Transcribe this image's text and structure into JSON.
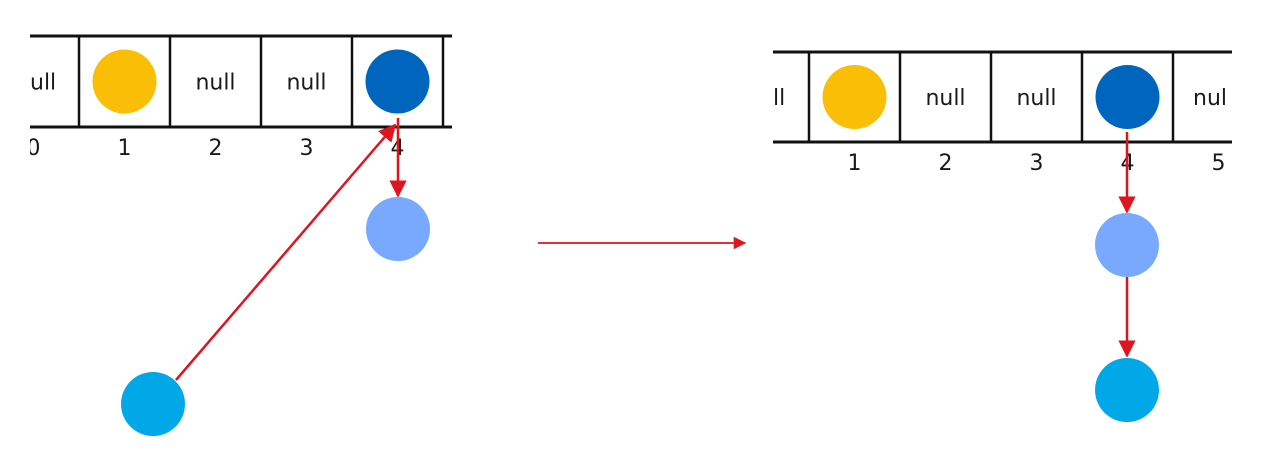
{
  "colors": {
    "line": "#111111",
    "arrow": "#e0141e",
    "node_yellow": "#fbbe06",
    "node_dark_blue": "#0066bd",
    "node_light_blue": "#79a9ff",
    "node_cyan": "#00a8e8"
  },
  "left_array": {
    "cells": [
      {
        "text": "ull",
        "node": null
      },
      {
        "text": "",
        "node": "node_yellow"
      },
      {
        "text": "null",
        "node": null
      },
      {
        "text": "null",
        "node": null
      },
      {
        "text": "",
        "node": "node_dark_blue"
      }
    ],
    "indices": [
      "0",
      "1",
      "2",
      "3",
      "4"
    ]
  },
  "right_array": {
    "cells": [
      {
        "text": "ll",
        "node": null
      },
      {
        "text": "",
        "node": "node_yellow"
      },
      {
        "text": "null",
        "node": null
      },
      {
        "text": "null",
        "node": null
      },
      {
        "text": "",
        "node": "node_dark_blue"
      },
      {
        "text": "nul",
        "node": null
      }
    ],
    "indices": [
      "",
      "1",
      "2",
      "3",
      "4",
      "5"
    ]
  }
}
